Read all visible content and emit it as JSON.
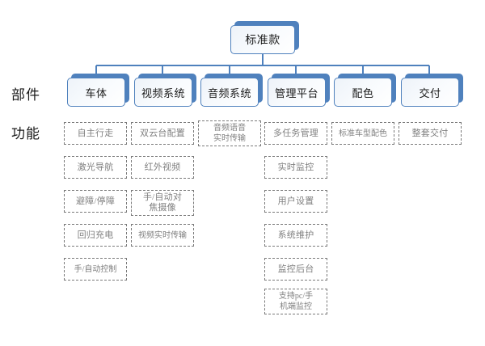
{
  "diagram": {
    "title": "标准款",
    "row_labels": {
      "parts": "部件",
      "functions": "功能"
    },
    "colors": {
      "node_border": "#4f81bd",
      "node_shadow": "#4f81bd",
      "node_fill": "#f2f6fb",
      "dashed_border": "#7a7a7a",
      "dashed_text": "#808080",
      "connector": "#4f81bd",
      "label_text": "#1a1a1a",
      "background": "#ffffff"
    },
    "root": {
      "label": "标准款"
    },
    "departments": [
      {
        "label": "车体"
      },
      {
        "label": "视频系统"
      },
      {
        "label": "音频系统"
      },
      {
        "label": "管理平台"
      },
      {
        "label": "配色"
      },
      {
        "label": "交付"
      }
    ],
    "functions": [
      {
        "parent": "车体",
        "items": [
          "自主行走",
          "激光导航",
          "避障/停障",
          "回归充电",
          "手/自动控制"
        ]
      },
      {
        "parent": "视频系统",
        "items": [
          "双云台配置",
          "红外视频",
          "手/自动对\n焦摄像",
          "视频实时传输"
        ]
      },
      {
        "parent": "音频系统",
        "items": [
          "音频语音\n实时传输"
        ]
      },
      {
        "parent": "管理平台",
        "items": [
          "多任务管理",
          "实时监控",
          "用户设置",
          "系统维护",
          "监控后台",
          "支持pc/手\n机端监控"
        ]
      },
      {
        "parent": "配色",
        "items": [
          "标准车型配色"
        ]
      },
      {
        "parent": "交付",
        "items": [
          "整套交付"
        ]
      }
    ]
  }
}
